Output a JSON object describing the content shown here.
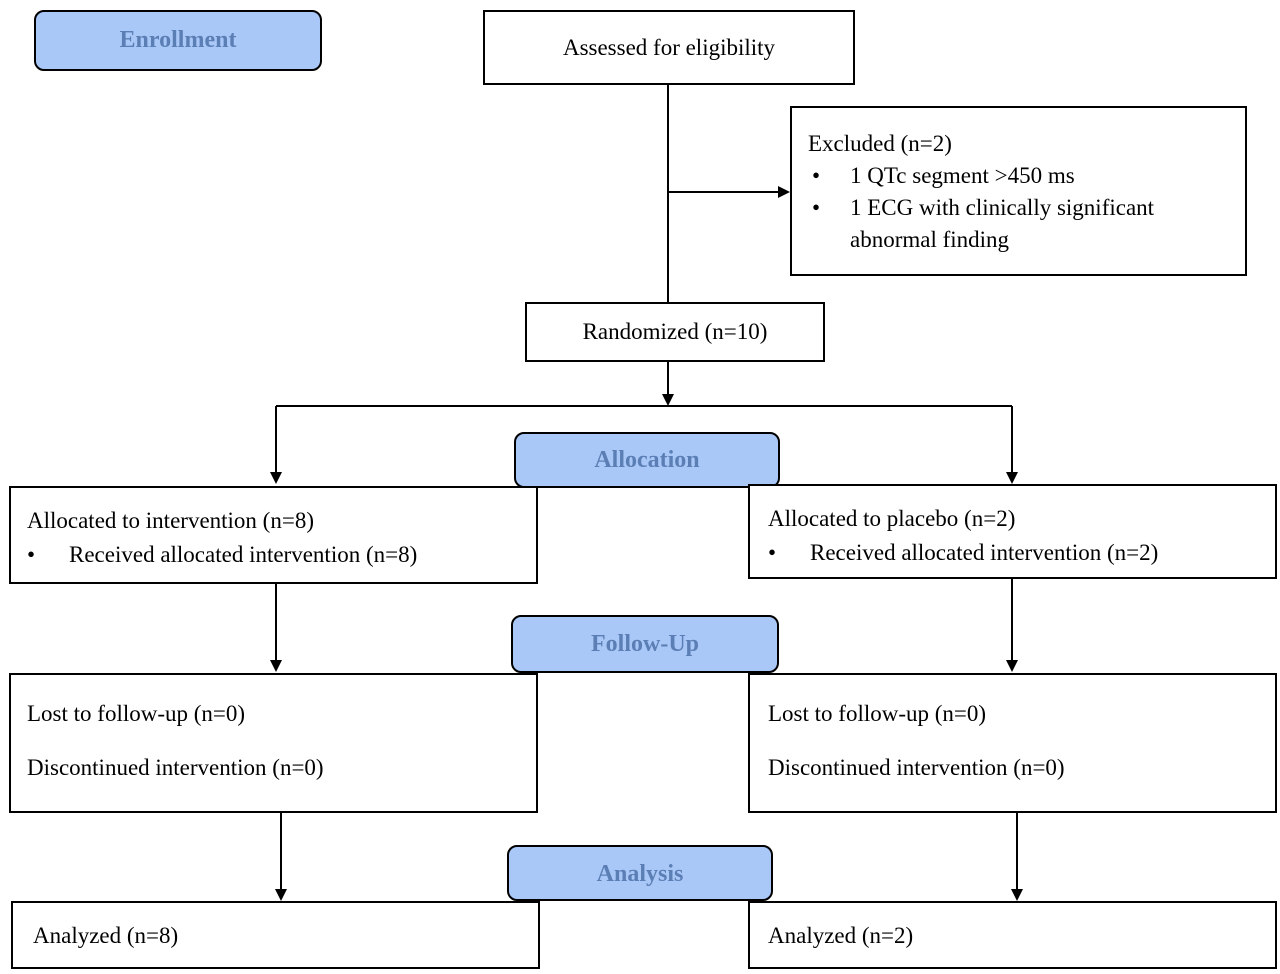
{
  "stages": {
    "enrollment": "Enrollment",
    "allocation": "Allocation",
    "followup": "Follow-Up",
    "analysis": "Analysis"
  },
  "colors": {
    "stage_fill": "#a9c8f8",
    "stage_text": "#5b7fb4",
    "line": "#000000"
  },
  "assessed": "Assessed for eligibility",
  "excluded": {
    "title": "Excluded (n=2)",
    "items": [
      "1 QTc segment >450 ms",
      "1 ECG with clinically significant abnormal finding"
    ]
  },
  "randomized": "Randomized (n=10)",
  "intervention_arm": {
    "allocated": "Allocated to intervention (n=8)",
    "received": "Received allocated intervention (n=8)",
    "lost": "Lost to follow-up (n=0)",
    "discontinued": "Discontinued intervention (n=0)",
    "analyzed": "Analyzed (n=8)"
  },
  "placebo_arm": {
    "allocated": "Allocated to placebo (n=2)",
    "received": "Received allocated intervention (n=2)",
    "lost": "Lost to follow-up (n=0)",
    "discontinued": "Discontinued intervention (n=0)",
    "analyzed": "Analyzed (n=2)"
  },
  "bullet_glyph": "•"
}
